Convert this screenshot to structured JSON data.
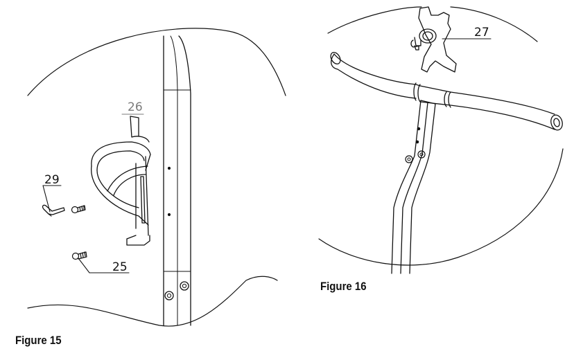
{
  "figures": [
    {
      "caption": "Figure 15",
      "callouts": {
        "bottle_cage": "26",
        "hex_key": "29",
        "bolt": "25"
      }
    },
    {
      "caption": "Figure 16",
      "callouts": {
        "phone_holder": "27"
      }
    }
  ],
  "colors": {
    "line": "#111111",
    "label_light": "#7a7a7a"
  }
}
